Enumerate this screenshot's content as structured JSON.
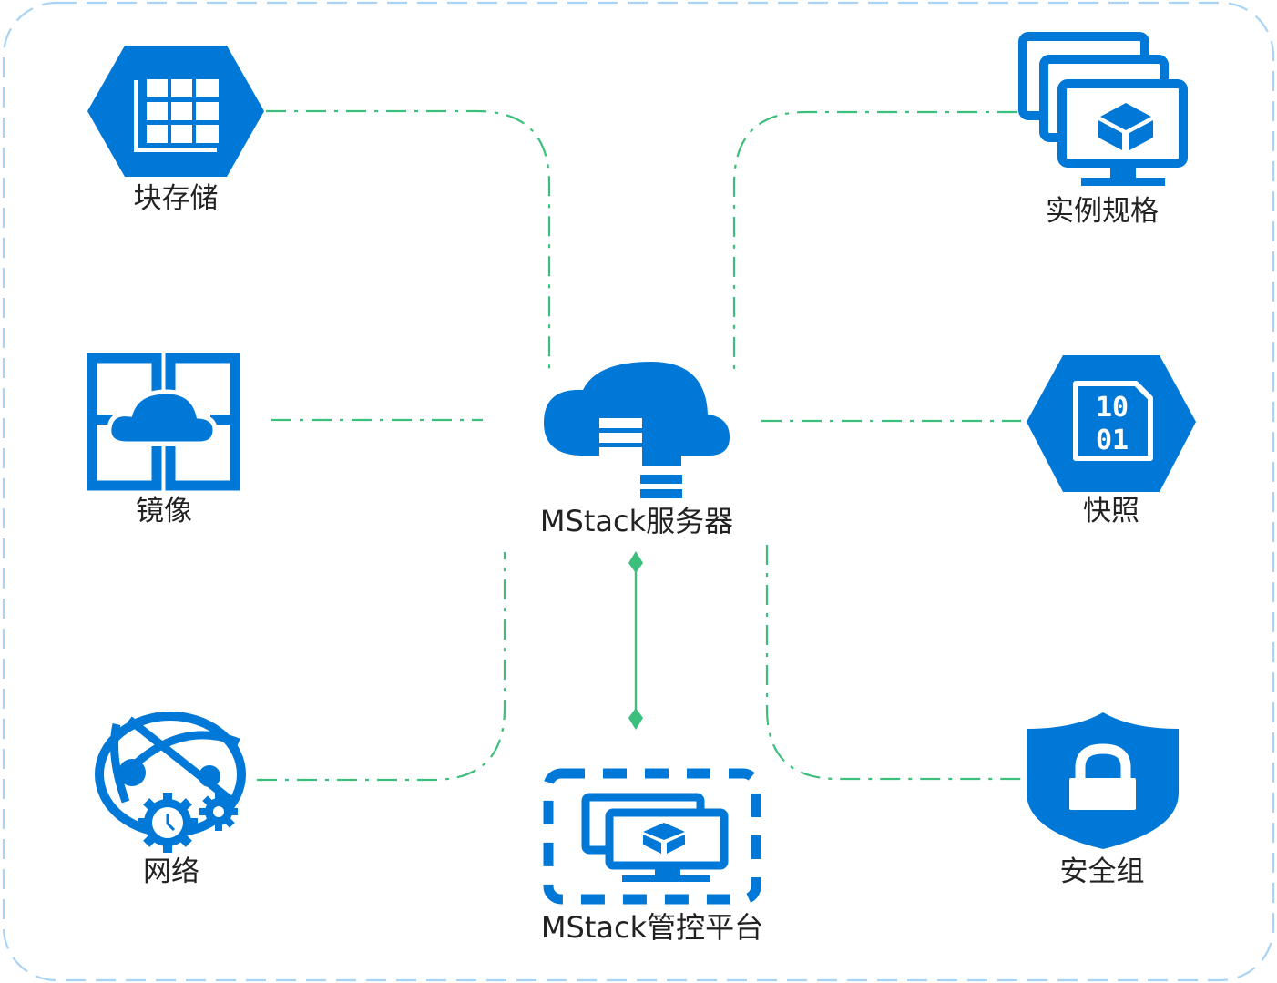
{
  "diagram": {
    "title": "MStack 架构示意",
    "colors": {
      "icon_blue": "#0078d7",
      "connector_green": "#3cbf7c",
      "frame_light_blue": "#a9d3f5",
      "label_text": "#222222"
    },
    "center": {
      "label": "MStack服务器",
      "icon": "cloud-server-icon"
    },
    "platform": {
      "label": "MStack管控平台",
      "icon": "vm-management-icon"
    },
    "nodes": [
      {
        "id": "block-storage",
        "label": "块存储",
        "icon": "storage-grid-hexagon-icon",
        "side": "left",
        "row": "top"
      },
      {
        "id": "image",
        "label": "镜像",
        "icon": "container-cloud-icon",
        "side": "left",
        "row": "middle"
      },
      {
        "id": "network",
        "label": "网络",
        "icon": "globe-gears-icon",
        "side": "left",
        "row": "bottom"
      },
      {
        "id": "instance-spec",
        "label": "实例规格",
        "icon": "stacked-monitors-cube-icon",
        "side": "right",
        "row": "top"
      },
      {
        "id": "snapshot",
        "label": "快照",
        "icon": "binary-file-hexagon-icon",
        "side": "right",
        "row": "middle"
      },
      {
        "id": "security-group",
        "label": "安全组",
        "icon": "shield-lock-icon",
        "side": "right",
        "row": "bottom"
      }
    ],
    "connectors": [
      {
        "from": "block-storage",
        "to": "center",
        "style": "dash-dot"
      },
      {
        "from": "image",
        "to": "center",
        "style": "dash-dot"
      },
      {
        "from": "network",
        "to": "center",
        "style": "dash-dot"
      },
      {
        "from": "instance-spec",
        "to": "center",
        "style": "dash-dot"
      },
      {
        "from": "snapshot",
        "to": "center",
        "style": "dash-dot"
      },
      {
        "from": "security-group",
        "to": "center",
        "style": "dash-dot"
      },
      {
        "from": "center",
        "to": "platform",
        "style": "solid-bidirectional-diamond"
      }
    ]
  }
}
